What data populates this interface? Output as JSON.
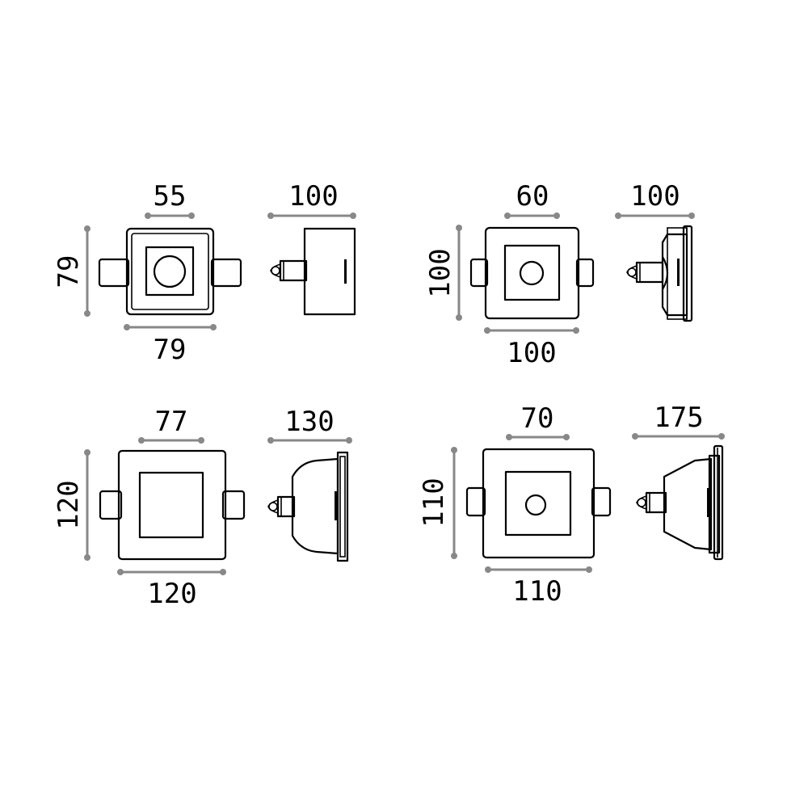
{
  "colors": {
    "line": "#000000",
    "dimension": "#888888",
    "background": "#ffffff"
  },
  "diagrams": [
    {
      "front": {
        "top": "55",
        "left": "79",
        "bottom": "79"
      },
      "side": {
        "top": "100"
      }
    },
    {
      "front": {
        "top": "60",
        "left": "100",
        "bottom": "100"
      },
      "side": {
        "top": "100"
      }
    },
    {
      "front": {
        "top": "77",
        "left": "120",
        "bottom": "120"
      },
      "side": {
        "top": "130"
      }
    },
    {
      "front": {
        "top": "70",
        "left": "110",
        "bottom": "110"
      },
      "side": {
        "top": "175"
      }
    }
  ]
}
